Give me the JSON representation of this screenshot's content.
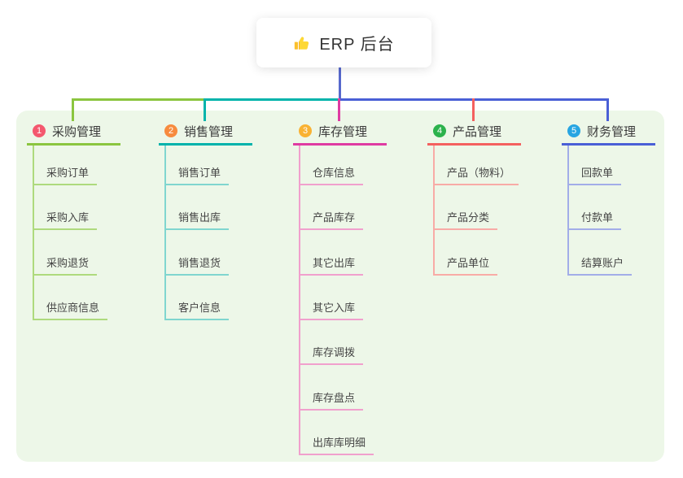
{
  "root": {
    "title": "ERP 后台",
    "icon": "thumbs-up-icon",
    "connector_color": "#5769cd"
  },
  "panel": {
    "background": "#edf7e8"
  },
  "branches": [
    {
      "badge": "1",
      "badge_color": "#f4586e",
      "label": "采购管理",
      "line_color": "#8bc53f",
      "child_line_color": "#aeda7d",
      "children": [
        "采购订单",
        "采购入库",
        "采购退货",
        "供应商信息"
      ]
    },
    {
      "badge": "2",
      "badge_color": "#f78b3e",
      "label": "销售管理",
      "line_color": "#00b3ab",
      "child_line_color": "#80d6cf",
      "children": [
        "销售订单",
        "销售出库",
        "销售退货",
        "客户信息"
      ]
    },
    {
      "badge": "3",
      "badge_color": "#f9b233",
      "label": "库存管理",
      "line_color": "#df3ba2",
      "child_line_color": "#f1a0cd",
      "children": [
        "仓库信息",
        "产品库存",
        "其它出库",
        "其它入库",
        "库存调拨",
        "库存盘点",
        "出库库明细"
      ]
    },
    {
      "badge": "4",
      "badge_color": "#2cb24c",
      "label": "产品管理",
      "line_color": "#f4605f",
      "child_line_color": "#f8aba6",
      "children": [
        "产品（物料）",
        "产品分类",
        "产品单位"
      ]
    },
    {
      "badge": "5",
      "badge_color": "#27a5e2",
      "label": "财务管理",
      "line_color": "#4a5fd6",
      "child_line_color": "#a2ade8",
      "children": [
        "回款单",
        "付款单",
        "结算账户"
      ]
    }
  ]
}
